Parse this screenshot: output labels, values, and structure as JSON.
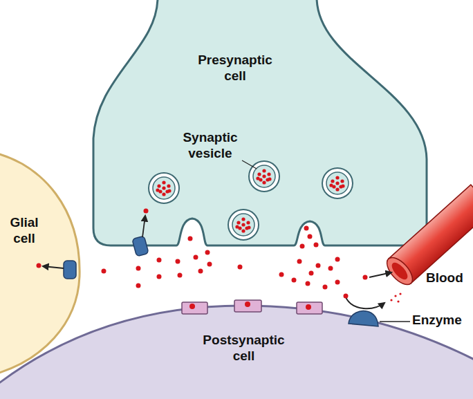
{
  "diagram": {
    "nodes": [
      {
        "text": [
          "Presynaptic cell"
        ]
      },
      {
        "text": [
          "Glial cell"
        ]
      },
      {
        "text": [
          "Postsynaptic cell"
        ]
      }
    ],
    "labels": [
      "Synaptic vesicle",
      "Blood",
      "Enzyme"
    ]
  }
}
